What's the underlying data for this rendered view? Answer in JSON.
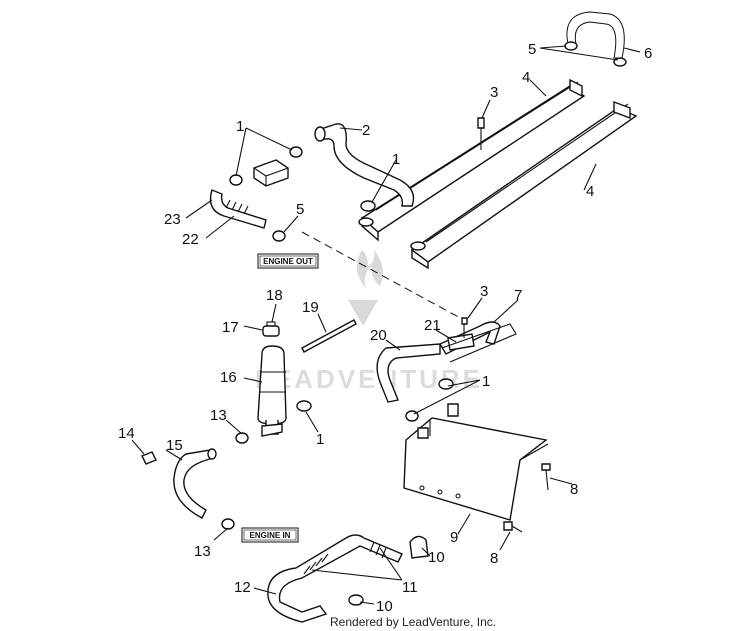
{
  "callouts": {
    "c1a": "1",
    "c1b": "1",
    "c1c": "1",
    "c1d": "1",
    "c2": "2",
    "c3a": "3",
    "c3b": "3",
    "c4a": "4",
    "c4b": "4",
    "c5a": "5",
    "c5b": "5",
    "c6": "6",
    "c7": "7",
    "c8a": "8",
    "c8b": "8",
    "c9": "9",
    "c10a": "10",
    "c10b": "10",
    "c11": "11",
    "c12": "12",
    "c13a": "13",
    "c13b": "13",
    "c14": "14",
    "c15": "15",
    "c16": "16",
    "c17": "17",
    "c18": "18",
    "c19": "19",
    "c20": "20",
    "c21": "21",
    "c22": "22",
    "c23": "23"
  },
  "tags": {
    "engine_out": "ENGINE OUT",
    "engine_in": "ENGINE IN"
  },
  "watermark": "LEADVENTURE",
  "footer": "Rendered by LeadVenture, Inc."
}
